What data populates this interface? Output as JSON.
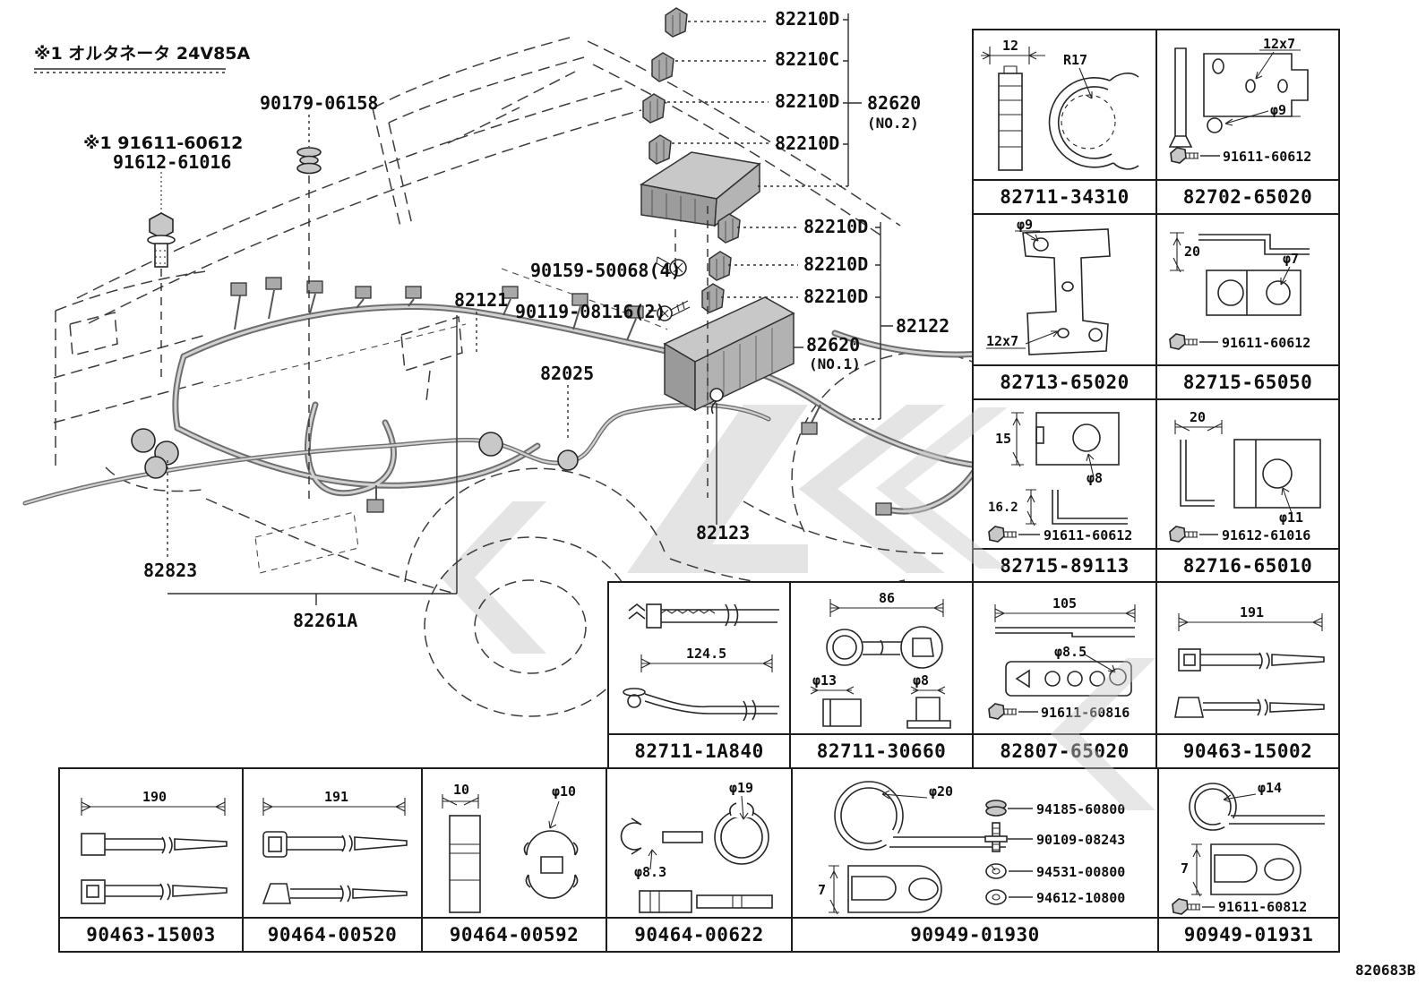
{
  "note": "※1 オルタネータ 24V85A",
  "doc_code": "820683B",
  "diagram": {
    "grommet_label": "90179-06158",
    "bolt_label_1": "※1 91611-60612",
    "bolt_label_2": "91612-61016",
    "plug_top_1": "82210D",
    "plug_top_2": "82210C",
    "plug_top_3": "82210D",
    "plug_top_4": "82210D",
    "fusebox2": "82620",
    "fusebox2_sub": "(NO.2)",
    "screw_label": "90159-50068(4)",
    "harness_main": "82121",
    "bolt_label_3": "90119-08116(2)",
    "plug_mid_1": "82210D",
    "plug_mid_2": "82210D",
    "plug_mid_3": "82210D",
    "fusebox1": "82620",
    "fusebox1_sub": "(NO.1)",
    "harness_no2": "82122",
    "battery_cable": "82025",
    "clamp_label": "82123",
    "connector_label": "82823",
    "harness_front": "82261A"
  },
  "cells": {
    "r1c1": {
      "part": "82711-34310",
      "dim1": "12",
      "dim2": "R17"
    },
    "r1c2": {
      "part": "82702-65020",
      "dim1": "12x7",
      "dim2": "φ9",
      "hw": "91611-60612"
    },
    "r2c1": {
      "part": "82713-65020",
      "dim1": "φ9",
      "dim2": "12x7"
    },
    "r2c2": {
      "part": "82715-65050",
      "dim1": "20",
      "dim2": "φ7",
      "hw": "91611-60612"
    },
    "r3c1": {
      "part": "82715-89113",
      "dim1": "15",
      "dim2": "φ8",
      "dim3": "16.2",
      "hw": "91611-60612"
    },
    "r3c2": {
      "part": "82716-65010",
      "dim1": "20",
      "dim2": "φ11",
      "hw": "91612-61016"
    },
    "m1": {
      "part": "82711-1A840",
      "dim1": "124.5"
    },
    "m2": {
      "part": "82711-30660",
      "dim1": "86",
      "dim2": "φ13",
      "dim3": "φ8"
    },
    "m3": {
      "part": "82807-65020",
      "dim1": "105",
      "dim2": "φ8.5",
      "hw": "91611-60816"
    },
    "m4": {
      "part": "90463-15002",
      "dim1": "191"
    },
    "b1": {
      "part": "90463-15003",
      "dim1": "190"
    },
    "b2": {
      "part": "90464-00520",
      "dim1": "191"
    },
    "b3": {
      "part": "90464-00592",
      "dim1": "10",
      "dim2": "φ10"
    },
    "b4": {
      "part": "90464-00622",
      "dim1": "φ19",
      "dim2": "φ8.3"
    },
    "b5": {
      "part": "90949-01930",
      "dim1": "φ20",
      "dim2": "7",
      "hw1": "94185-60800",
      "hw2": "90109-08243",
      "hw3": "94531-00800",
      "hw4": "94612-10800"
    },
    "b6": {
      "part": "90949-01931",
      "dim1": "φ14",
      "dim2": "7",
      "hw": "91611-60812"
    }
  }
}
